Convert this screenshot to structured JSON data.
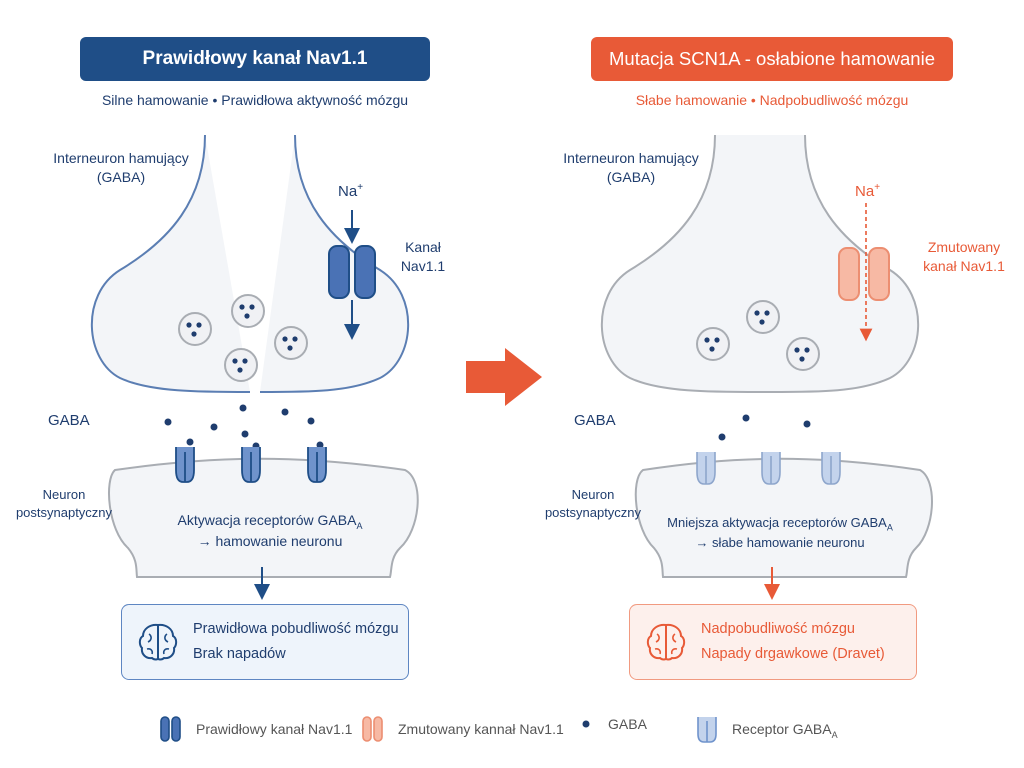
{
  "colors": {
    "normal_blue": "#1f4e87",
    "mutant_orange": "#e85a37",
    "neuron_fill": "#f3f5f8",
    "neuron_outline_normal": "#5b7eb3",
    "neuron_outline_mutant": "#a9adb3"
  },
  "left": {
    "header": "Prawidłowy kanał Nav1.1",
    "subtitle": "Silne hamowanie • Prawidłowa aktywność mózgu",
    "interneuron_label": "Interneuron hamujący\n(GABA)",
    "na_label": "Na",
    "na_sup": "+",
    "channel_label": "Kanał\nNav1.1",
    "gaba_label": "GABA",
    "neuron_label": "Neuron\npostsynaptyczny",
    "effect_line1": "Aktywacja receptorów GABA",
    "effect_sub": "A",
    "effect_line2": "→  hamowanie neuronu",
    "outcome_line1": "Prawidłowa pobudliwość mózgu",
    "outcome_line2": "Brak napadów",
    "brain_icon": "brain-icon"
  },
  "right": {
    "header": "Mutacja SCN1A - osłabione hamowanie",
    "subtitle": "Słabe hamowanie • Nadpobudliwość mózgu",
    "interneuron_label": "Interneuron hamujący\n(GABA)",
    "na_label": "Na",
    "na_sup": "+",
    "channel_label": "Zmutowany\nkanał Nav1.1",
    "gaba_label": "GABA",
    "neuron_label": "Neuron\npostsynaptyczny",
    "effect_line1": "Mniejsza aktywacja receptorów GABA",
    "effect_sub": "A",
    "effect_line2": "→  słabe hamowanie neuronu",
    "outcome_line1": "Nadpobudliwość mózgu",
    "outcome_line2": "Napady drgawkowe (Dravet)",
    "brain_icon": "brain-icon"
  },
  "legend": {
    "normal_channel": "Prawidłowy kanał Nav1.1",
    "mutant_channel": "Zmutowany kannał Nav1.1",
    "gaba": "GABA",
    "receptor": "Receptor GABA",
    "receptor_sub": "A"
  }
}
